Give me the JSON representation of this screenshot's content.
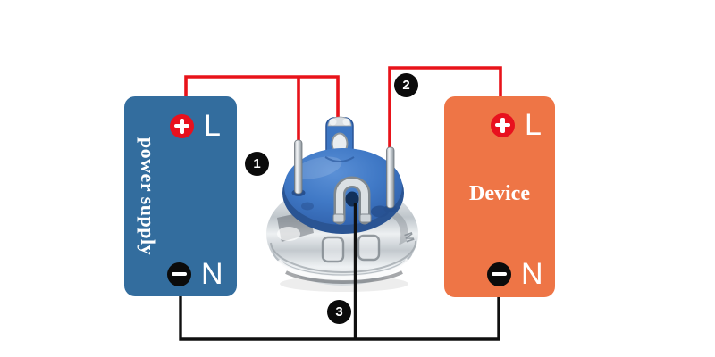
{
  "power_supply": {
    "name": "power supply",
    "live_label": "L",
    "neutral_label": "N",
    "box_color": "#336d9e"
  },
  "device": {
    "name": "Device",
    "live_label": "L",
    "neutral_label": "N",
    "box_color": "#ee7546"
  },
  "button": {
    "engraving": "M",
    "cap_color": "#3d76c3",
    "body_color": "#d3d8dc"
  },
  "markers": [
    {
      "label": "1"
    },
    {
      "label": "2"
    },
    {
      "label": "3"
    }
  ],
  "wires": {
    "live_color": "#e8131a",
    "neutral_color": "#101010"
  },
  "terminals": {
    "positive_icon": "plus-icon",
    "negative_icon": "minus-icon",
    "positive_color": "#e8111e",
    "negative_color": "#0b0b0b"
  }
}
